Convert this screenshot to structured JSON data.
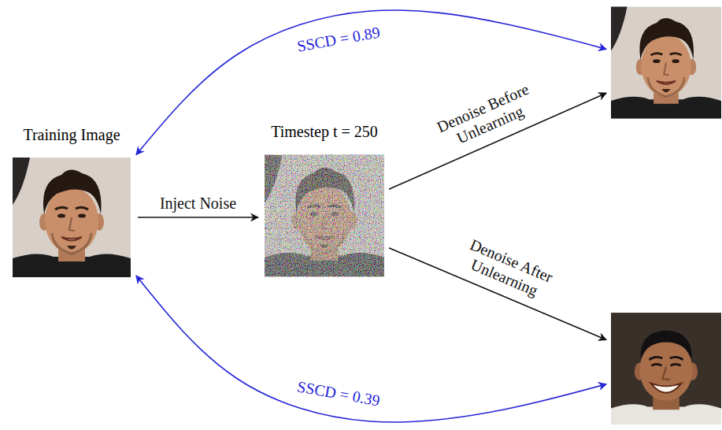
{
  "diagram": {
    "nodes": [
      {
        "text": [
          "Training Image"
        ]
      },
      {
        "text": [
          "Timestep t = 250"
        ]
      },
      {
        "text": []
      },
      {
        "text": []
      }
    ],
    "edges": [
      {
        "from": 0,
        "to": 1,
        "label": "Inject Noise",
        "arrow": "to"
      },
      {
        "from": 1,
        "to": 2,
        "label": "Denoise Before Unlearning",
        "arrow": "to"
      },
      {
        "from": 1,
        "to": 3,
        "label": "Denoise After Unlearning",
        "arrow": "to"
      },
      {
        "from": 0,
        "to": 2,
        "label": "SSCD = 0.89",
        "arrow": "both"
      },
      {
        "from": 0,
        "to": 3,
        "label": "SSCD = 0.39",
        "arrow": "both"
      }
    ]
  }
}
